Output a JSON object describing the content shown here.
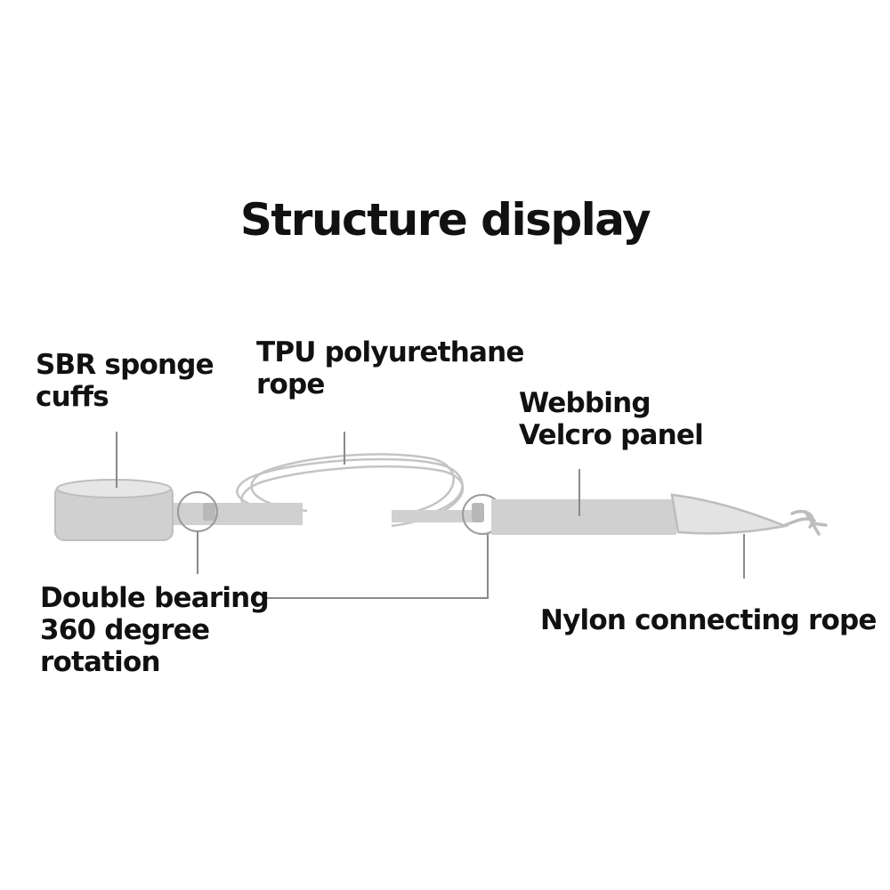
{
  "title": "Structure display",
  "labels": {
    "sbr_cuffs": [
      "SBR sponge",
      "cuffs"
    ],
    "tpu_rope": [
      "TPU polyurethane",
      "rope"
    ],
    "webbing_panel": [
      "Webbing",
      "Velcro panel"
    ],
    "double_bearing": [
      "Double bearing",
      "360 degree",
      "rotation"
    ],
    "nylon_rope": [
      "Nylon connecting rope"
    ]
  },
  "colors": {
    "text": "#111111",
    "part_fill": "#d0d0d0",
    "part_stroke": "#bdbdbd",
    "leader_line": "#8a8a8a"
  }
}
